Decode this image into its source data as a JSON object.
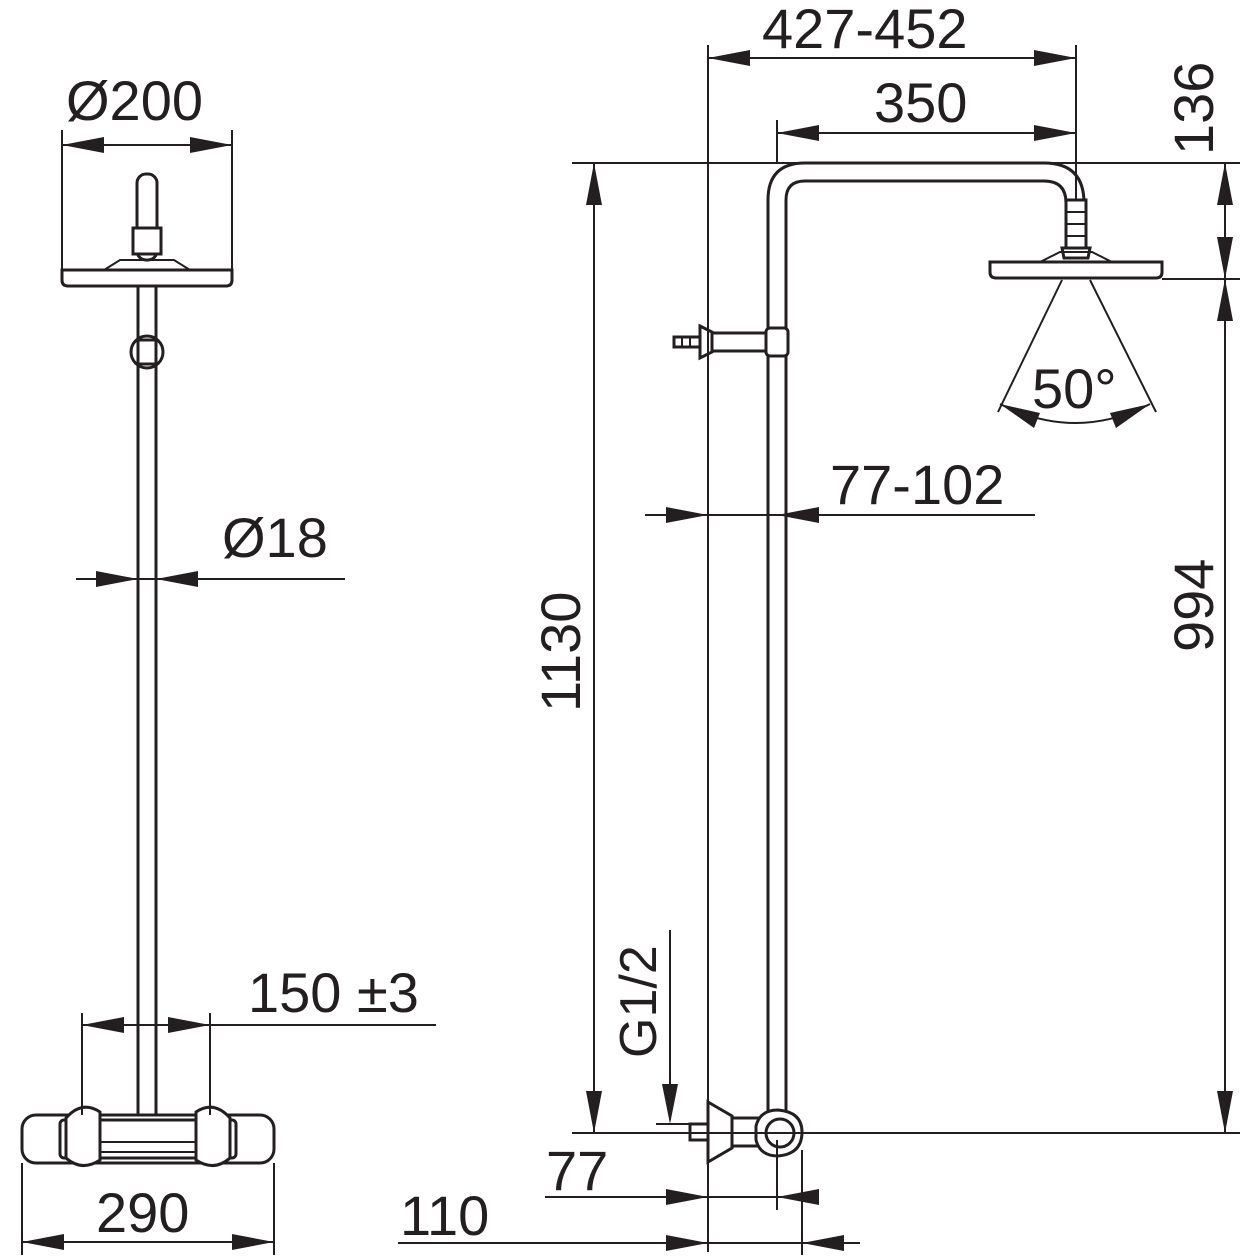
{
  "dimensions": {
    "head_diameter": "Ø200",
    "pipe_diameter": "Ø18",
    "inlet_spacing": "150 ±3",
    "mixer_width": "290",
    "outreach_total": "427-452",
    "arm_length": "350",
    "head_drop": "136",
    "total_height": "1130",
    "head_height": "994",
    "wall_offset": "77-102",
    "spray_angle": "50°",
    "thread_size": "G1/2",
    "inlet_offset": "77",
    "mixer_depth": "110"
  }
}
